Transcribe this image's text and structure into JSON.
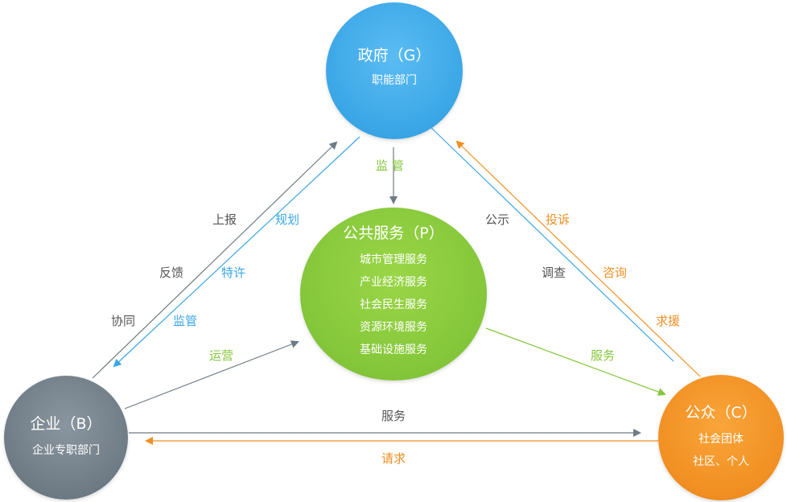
{
  "colors": {
    "government_blue": "#3aa6e6",
    "public_service_green": "#84c63a",
    "enterprise_gray": "#6e7b85",
    "public_orange": "#f18f22",
    "label_gray": "#555555",
    "arrow_gray": "#6e7b85"
  },
  "nodes": {
    "government": {
      "title": "政府（G）",
      "subtitle": "职能部门"
    },
    "public_service": {
      "title": "公共服务（P）",
      "items": [
        "城市管理服务",
        "产业经济服务",
        "社会民生服务",
        "资源环境服务",
        "基础设施服务"
      ]
    },
    "enterprise": {
      "title": "企业（B）",
      "subtitle": "企业专职部门"
    },
    "public": {
      "title": "公众（C）",
      "subtitle_lines": [
        "社会团体",
        "社区、个人"
      ]
    }
  },
  "edges": {
    "g_to_p": "监 管",
    "b_to_g": [
      "上报",
      "反馈",
      "协同"
    ],
    "g_to_b": [
      "规划",
      "特许",
      "监管"
    ],
    "b_to_p": "运营",
    "p_to_c": "服务",
    "g_to_c": [
      "公示",
      "调查"
    ],
    "c_to_g": [
      "投诉",
      "咨询",
      "求援"
    ],
    "b_to_c": "服务",
    "c_to_b": "请求"
  }
}
